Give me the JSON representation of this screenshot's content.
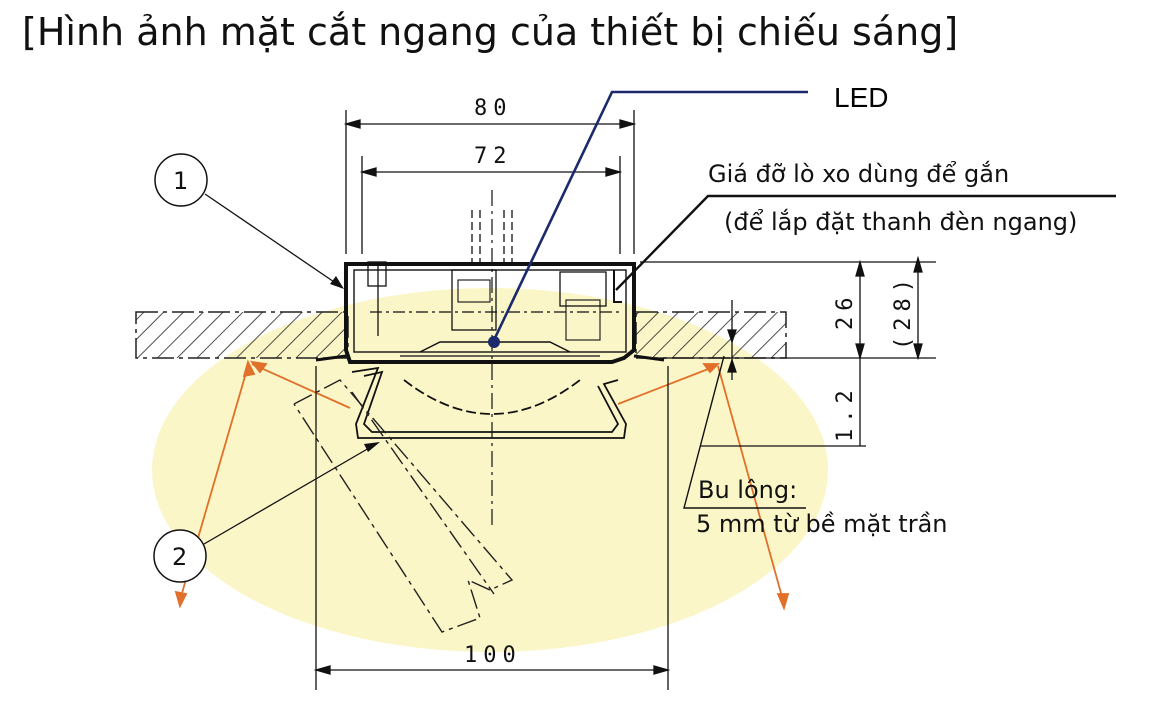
{
  "title": "[Hình ảnh mặt cắt ngang của thiết bị chiếu sáng]",
  "labels": {
    "led": "LED",
    "bracket_line1": "Giá đỡ lò xo dùng để gắn",
    "bracket_line2": "(để lắp đặt thanh đèn ngang)",
    "bolt_line1": "Bu lông:",
    "bolt_line2": "5 mm từ bề mặt trần",
    "callout_1": "1",
    "callout_2": "2"
  },
  "dimensions": {
    "top_width": "80",
    "inner_width": "72",
    "body_height": "26",
    "overall_height": "(28)",
    "protrusion": "1.2",
    "bottom_width": "100"
  },
  "colors": {
    "light_glow": "#fbf6c7",
    "light_rays": "#e0702a",
    "leader_line": "#1a2a6c",
    "outline": "#111111"
  }
}
